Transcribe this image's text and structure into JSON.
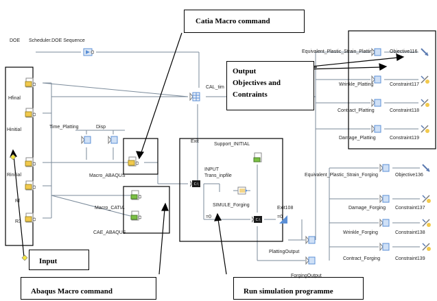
{
  "callouts": {
    "catia_macro": "Catia Macro command",
    "output_objectives_lines": [
      "Output",
      "Objectives and",
      "Contraints"
    ],
    "input": "Input",
    "abaqus_macro": "Abaqus Macro command",
    "run_simulation": "Run simulation programme"
  },
  "header": {
    "doe": "DOE",
    "scheduler": "Scheduler.DOE Sequence"
  },
  "inputs": {
    "hfinal": "Hfinal",
    "hinitial": "Hinitial",
    "rinitial": "Rinitial",
    "rf": "Rf",
    "r3": "R3"
  },
  "nodes": {
    "time_platting": "Time_Platting",
    "disp": "Disp",
    "cal_time": "CAL_tim",
    "macro_abaqus": "Macro_ABAQUS",
    "macro_catia": "Macro_CATIA",
    "cae_abaqus": "CAE_ABAQUS",
    "exit": "Exit",
    "support_initial": "Support_INITIAL",
    "input": "INPUT",
    "trans_inpfile": "Trans_inpfile",
    "simule_forging": "SIMULE_Forging",
    "exit108": "Exit108",
    "eq0a": "=0",
    "eq0b": "=0",
    "platting_output": "PlattingOutput",
    "forging_output": "ForgingOutput"
  },
  "outputs_platting": [
    {
      "name": "Equivalent_Plastic_Strain_Platting",
      "target": "Objective116"
    },
    {
      "name": "Wrinkle_Platting",
      "target": "Constraint117"
    },
    {
      "name": "Contract_Platting",
      "target": "Constraint118"
    },
    {
      "name": "Damage_Platting",
      "target": "Constraint119"
    }
  ],
  "outputs_forging": [
    {
      "name": "Equivalent_Plastic_Strain_Forging",
      "target": "Objective136"
    },
    {
      "name": "Damage_Forging",
      "target": "Constraint137"
    },
    {
      "name": "Wrinkle_Forging",
      "target": "Constraint138"
    },
    {
      "name": "Contract_Forging",
      "target": "Constraint139"
    }
  ],
  "colors": {
    "line": "#7a8a9a",
    "doc_yellow": "#f2c94c",
    "doc_green": "#7bc043",
    "node_blue": "#5b8fd6",
    "black_box": "#1a1a1a",
    "input_marker": "#f5e642"
  }
}
